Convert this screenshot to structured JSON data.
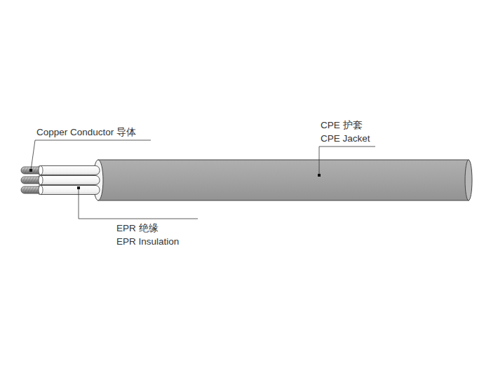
{
  "diagram": {
    "labels": [
      "Copper Conductor 导体",
      "CPE 护套",
      "CPE Jacket",
      "EPR 绝缘",
      "EPR Insulation"
    ]
  }
}
